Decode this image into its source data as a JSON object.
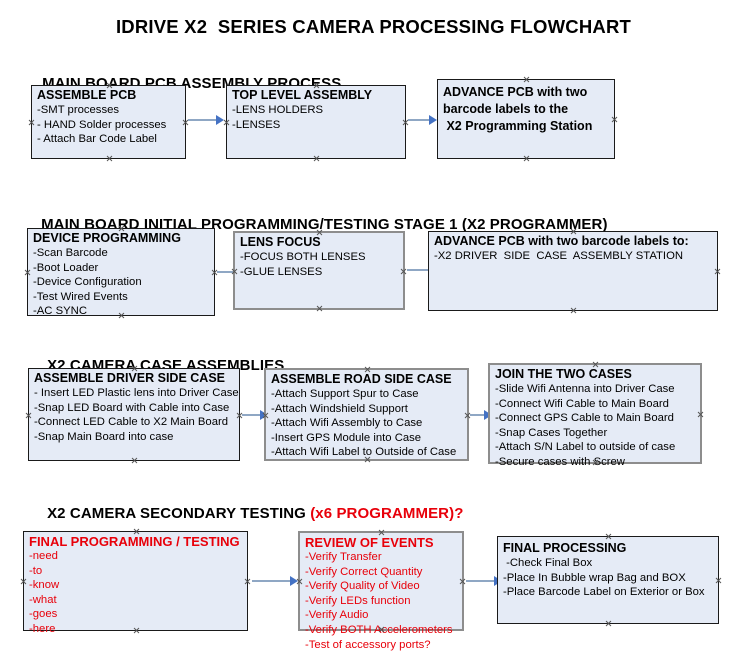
{
  "document": {
    "title": "IDRIVE X2  SERIES CAMERA PROCESSING FLOWCHART",
    "accent_red": "#e8000a",
    "box_fill": "#e5ebf6",
    "box_border": "#1a1a1a",
    "arrow_shaft": "#8fa7c4",
    "arrow_head": "#4472c4"
  },
  "sections": [
    {
      "heading": "MAIN BOARD PCB ASSEMBLY PROCESS",
      "heading_red": "",
      "boxes": [
        {
          "title": "ASSEMBLE PCB",
          "lines": [
            "-SMT processes",
            "- HAND Solder processes",
            "- Attach Bar Code Label"
          ]
        },
        {
          "title": "TOP LEVEL ASSEMBLY",
          "lines": [
            "-LENS HOLDERS",
            "-LENSES"
          ]
        },
        {
          "title": "ADVANCE PCB with two",
          "lines": [
            "barcode labels to the",
            " X2 Programming Station"
          ]
        }
      ]
    },
    {
      "heading": "MAIN BOARD INITIAL PROGRAMMING/TESTING STAGE 1 (X2 PROGRAMMER)",
      "heading_red": "",
      "boxes": [
        {
          "title": "DEVICE PROGRAMMING",
          "lines": [
            "-Scan Barcode",
            "-Boot Loader",
            "-Device Configuration",
            "-Test Wired Events",
            "-AC SYNC"
          ]
        },
        {
          "title": "LENS FOCUS",
          "lines": [
            "-FOCUS BOTH LENSES",
            "-GLUE LENSES"
          ]
        },
        {
          "title": "ADVANCE PCB with two barcode labels to:",
          "lines": [
            "-X2 DRIVER  SIDE  CASE  ASSEMBLY STATION"
          ]
        }
      ]
    },
    {
      "heading": "X2 CAMERA CASE ASSEMBLIES",
      "heading_red": "",
      "boxes": [
        {
          "title": "ASSEMBLE DRIVER SIDE CASE",
          "lines": [
            "- Insert LED Plastic lens into Driver Case",
            "-Snap LED Board with Cable into Case",
            "-Connect LED Cable to X2 Main Board",
            "-Snap Main Board into case"
          ]
        },
        {
          "title": "ASSEMBLE ROAD SIDE CASE",
          "lines": [
            "-Attach Support Spur to Case",
            "-Attach Windshield Support",
            "-Attach Wifi Assembly to Case",
            "-Insert GPS Module into Case",
            "-Attach Wifi Label to Outside of Case"
          ]
        },
        {
          "title": "JOIN THE TWO CASES",
          "lines": [
            "-Slide Wifi Antenna into Driver Case",
            "-Connect Wifi Cable to Main Board",
            "-Connect GPS Cable to Main Board",
            "-Snap Cases Together",
            "-Attach S/N Label to outside of case",
            "-Secure cases with Screw"
          ]
        }
      ]
    },
    {
      "heading": "X2 CAMERA SECONDARY TESTING ",
      "heading_red": "(x6 PROGRAMMER)?",
      "boxes": [
        {
          "title": "FINAL PROGRAMMING / TESTING",
          "lines": [
            "-need",
            "-to",
            "-know",
            "-what",
            "-goes",
            "-here"
          ]
        },
        {
          "title": "REVIEW OF EVENTS",
          "lines": [
            "-Verify Transfer",
            "-Verify Correct Quantity",
            "-Verify Quality of Video",
            "-Verify LEDs function",
            "-Verify Audio",
            "-Verify BOTH Accelerometers",
            "-Test of accessory ports?"
          ]
        },
        {
          "title": "FINAL PROCESSING",
          "lines": [
            " -Check Final Box",
            "-Place In Bubble wrap Bag and BOX",
            "-Place Barcode Label on Exterior or Box"
          ]
        }
      ]
    }
  ]
}
